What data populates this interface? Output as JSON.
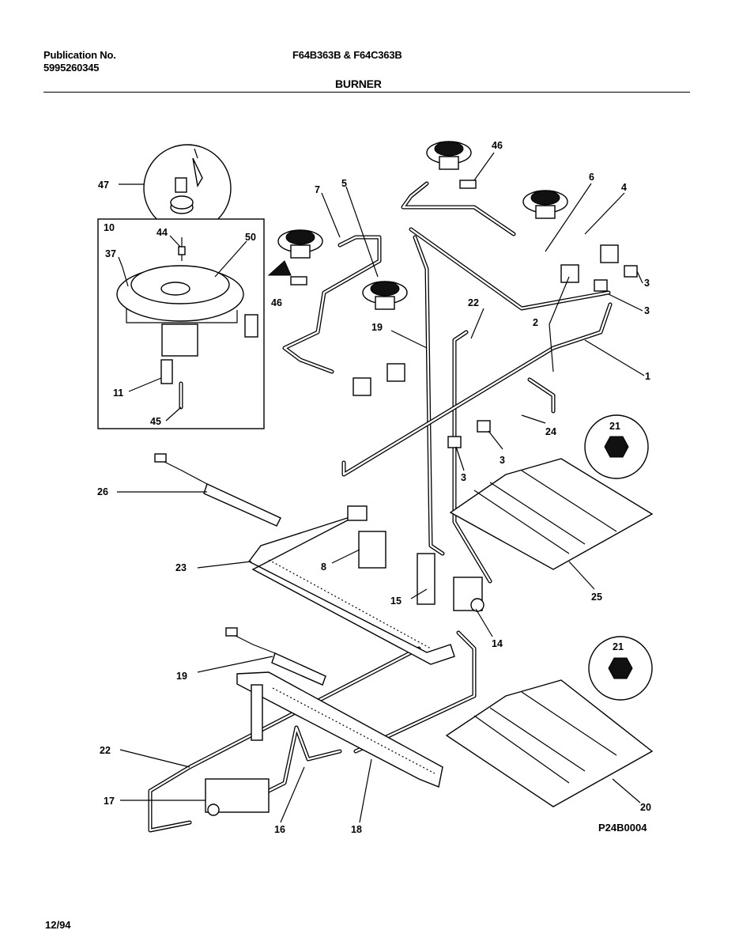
{
  "header": {
    "publication_label": "Publication No.",
    "publication_number": "5995260345",
    "model": "F64B363B & F64C363B",
    "section": "BURNER"
  },
  "footer": {
    "date": "12/94"
  },
  "figure_code": "P24B0004",
  "callouts": {
    "c47": "47",
    "c10": "10",
    "c44": "44",
    "c50": "50",
    "c37": "37",
    "c11": "11",
    "c45": "45",
    "c7": "7",
    "c5": "5",
    "c46a": "46",
    "c46b": "46",
    "c6": "6",
    "c4": "4",
    "c3a": "3",
    "c3b": "3",
    "c3c": "3",
    "c3d": "3",
    "c2": "2",
    "c1": "1",
    "c22a": "22",
    "c19a": "19",
    "c24": "24",
    "c21a": "21",
    "c26": "26",
    "c8": "8",
    "c23": "23",
    "c15": "15",
    "c14": "14",
    "c25": "25",
    "c19b": "19",
    "c21b": "21",
    "c22b": "22",
    "c17": "17",
    "c16": "16",
    "c18": "18",
    "c20": "20"
  }
}
